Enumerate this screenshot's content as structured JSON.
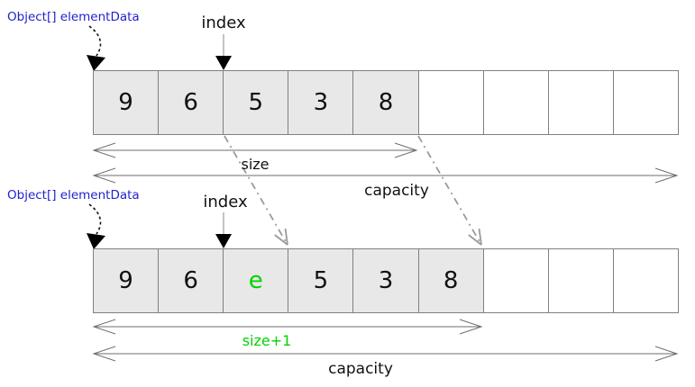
{
  "diagram": {
    "title_hint": "ArrayList elementData insertion diagram",
    "colors": {
      "pointer_text": "#2222cc",
      "highlight_text": "#00d300",
      "cell_fill": "#e8e8e8",
      "cell_border": "#808080",
      "dimension_arrow": "#6e6e6e",
      "shift_arrow": "#9a9a9a"
    },
    "top_row": {
      "pointer_label": "Object[] elementData",
      "index_label": "index",
      "index_cell": 2,
      "filled_count": 5,
      "capacity_count": 9,
      "cells": [
        {
          "value": "9",
          "filled": true
        },
        {
          "value": "6",
          "filled": true
        },
        {
          "value": "5",
          "filled": true
        },
        {
          "value": "3",
          "filled": true
        },
        {
          "value": "8",
          "filled": true
        },
        {
          "value": "",
          "filled": false
        },
        {
          "value": "",
          "filled": false
        },
        {
          "value": "",
          "filled": false
        },
        {
          "value": "",
          "filled": false
        }
      ],
      "size_label": "size",
      "capacity_label": "capacity"
    },
    "bottom_row": {
      "pointer_label": "Object[] elementData",
      "index_label": "index",
      "index_cell": 2,
      "filled_count": 6,
      "capacity_count": 9,
      "inserted_value": "e",
      "cells": [
        {
          "value": "9",
          "filled": true
        },
        {
          "value": "6",
          "filled": true
        },
        {
          "value": "e",
          "filled": true,
          "highlight": true
        },
        {
          "value": "5",
          "filled": true
        },
        {
          "value": "3",
          "filled": true
        },
        {
          "value": "8",
          "filled": true
        },
        {
          "value": "",
          "filled": false
        },
        {
          "value": "",
          "filled": false
        },
        {
          "value": "",
          "filled": false
        }
      ],
      "size_label": "size+1",
      "capacity_label": "capacity"
    }
  }
}
